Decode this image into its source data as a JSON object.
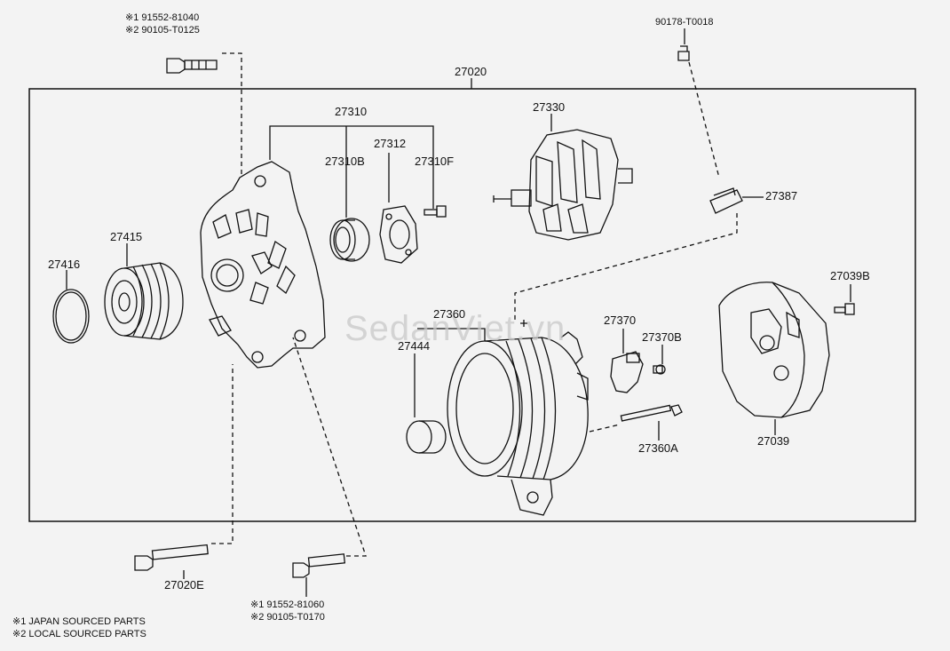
{
  "watermark": "SedanViet.vn",
  "callouts": {
    "assembly": "27020",
    "frame_group": "27310",
    "bearing": "27310B",
    "retainer": "27312",
    "retainer_screw": "27310F",
    "rotor": "27330",
    "terminal_insulator": "27387",
    "pulley": "27415",
    "pulley_cap": "27416",
    "drive_frame": "27360",
    "bearing_cover": "27444",
    "regulator": "27370",
    "regulator_screw": "27370B",
    "through_bolt": "27360A",
    "rear_cover": "27039",
    "rear_cover_screw": "27039B",
    "mount_bolt": "27020E",
    "nut_top_right": "90178-T0018"
  },
  "bolt_top": {
    "line1": "※1 91552-81040",
    "line2": "※2 90105-T0125"
  },
  "bolt_bottom": {
    "line1": "※1 91552-81060",
    "line2": "※2 90105-T0170"
  },
  "legend": {
    "line1": "※1 JAPAN SOURCED PARTS",
    "line2": "※2 LOCAL SOURCED PARTS"
  }
}
